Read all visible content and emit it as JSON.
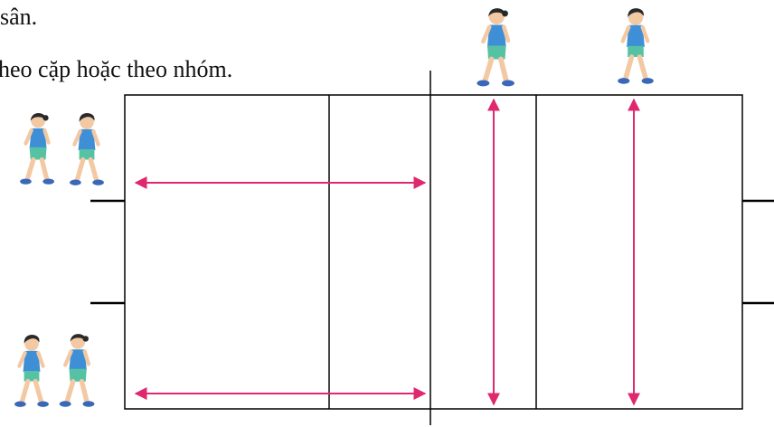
{
  "text": {
    "line1": "sân.",
    "line2": "heo cặp hoặc theo nhóm."
  },
  "colors": {
    "line": "#000000",
    "arrow": "#e0286f",
    "skin": "#f3c9a4",
    "shirt": "#3f8fd6",
    "shorts": "#55c3a3",
    "hair": "#2a2a2a",
    "shoe": "#3a68b8"
  },
  "figures": [
    {
      "id": "girl-top",
      "icon": "walking-girl-icon"
    },
    {
      "id": "boy-top",
      "icon": "walking-boy-icon"
    },
    {
      "id": "left-top-1",
      "icon": "walking-girl-icon"
    },
    {
      "id": "left-top-2",
      "icon": "walking-boy-icon"
    },
    {
      "id": "left-bottom-1",
      "icon": "walking-boy-icon"
    },
    {
      "id": "left-bottom-2",
      "icon": "walking-girl-icon"
    }
  ]
}
